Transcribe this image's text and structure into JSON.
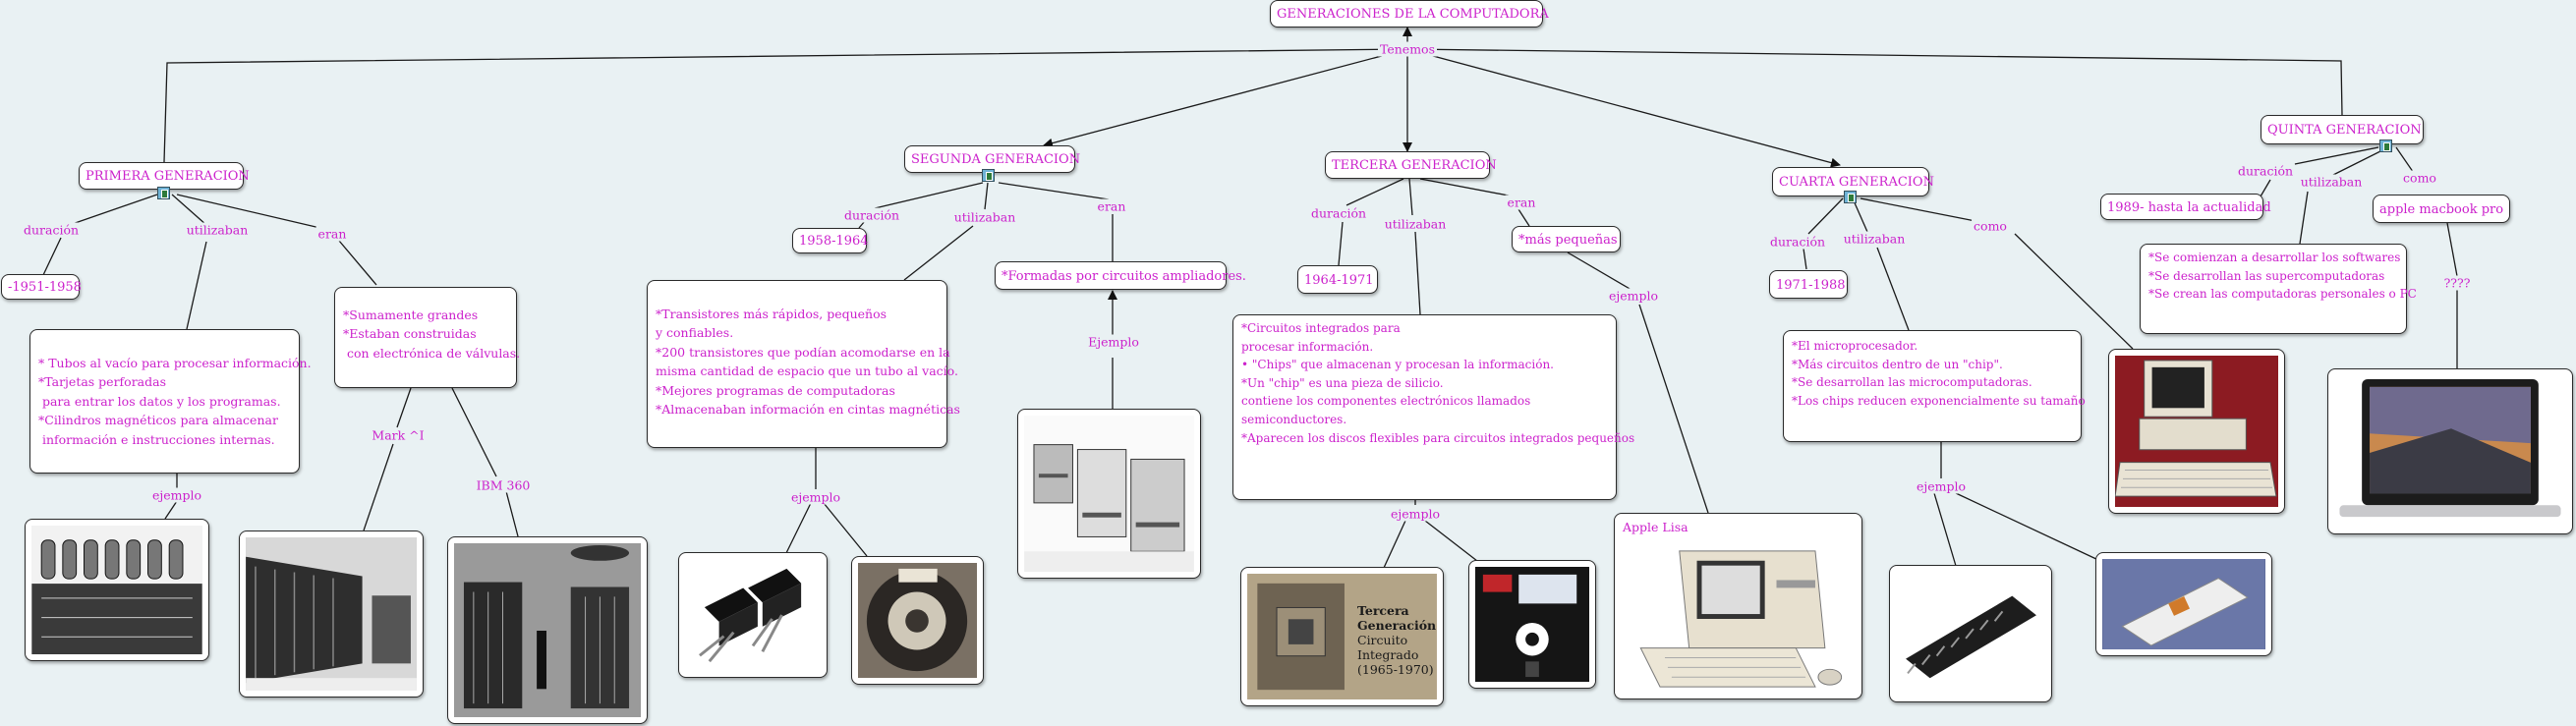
{
  "title": "GENERACIONES DE LA COMPUTADORA",
  "root_link": "Tenemos",
  "generations": {
    "g1": {
      "name": "PRIMERA GENERACION",
      "duration_link": "duración",
      "duration": "-1951-1958",
      "used_link": "utilizaban",
      "used_text": "* Tubos al vacío para procesar información.\n*Tarjetas perforadas\n para entrar los datos y los programas.\n*Cilindros magnéticos para almacenar\n información e instrucciones internas.",
      "were_link": "eran",
      "were_text": "*Sumamente grandes\n*Estaban construidas\n con electrónica de válvulas.",
      "example_link": "ejemplo",
      "mark_link": "Mark ^I",
      "ibm_link": "IBM 360"
    },
    "g2": {
      "name": "SEGUNDA GENERACION",
      "duration_link": "duración",
      "duration": "1958-1964",
      "used_link": "utilizaban",
      "used_text": "*Transistores más rápidos, pequeños\ny confiables.\n*200 transistores que podían acomodarse en la\nmisma cantidad de espacio que un tubo al vacío.\n*Mejores programas de computadoras\n*Almacenaban información en cintas magnéticas",
      "were_link": "eran",
      "were_text": "*Formadas por circuitos ampliadores.",
      "example_link": "ejemplo",
      "example2_link": "Ejemplo"
    },
    "g3": {
      "name": "TERCERA GENERACION",
      "duration_link": "duración",
      "duration": "1964-1971",
      "used_link": "utilizaban",
      "used_text": "*Circuitos integrados para\nprocesar información.\n• \"Chips\" que almacenan y procesan la información.\n*Un \"chip\" es una pieza de silicio.\ncontiene los componentes electrónicos llamados\nsemiconductores.\n*Aparecen los discos flexibles para circuitos integrados pequeños",
      "were_link": "eran",
      "were_text": "*más pequeñas",
      "example_link": "ejemplo",
      "example2_link": "ejemplo",
      "lisa_caption": "Apple Lisa",
      "photo_caption_lines": [
        "Tercera",
        "Generación:",
        "Circuito",
        "Integrado",
        "(1965-1970)"
      ]
    },
    "g4": {
      "name": "CUARTA GENERACION",
      "duration_link": "duración",
      "duration": "1971-1988",
      "used_link": "utilizaban",
      "used_text": "*El microprocesador.\n*Más circuitos dentro de un \"chip\".\n*Se desarrollan las microcomputadoras.\n*Los chips reducen exponencialmente su tamaño",
      "like_link": "como",
      "example_link": "ejemplo"
    },
    "g5": {
      "name": "QUINTA GENERACION",
      "duration_link": "duración",
      "duration": "1989- hasta la actualidad",
      "used_link": "utilizaban",
      "used_text": "*Se comienzan a desarrollar los softwares\n*Se desarrollan las supercomputadoras\n*Se crean las computadoras personales o PC",
      "like_link": "como",
      "like_value": "apple macbook pro",
      "unknown_link": "????"
    }
  },
  "colors": {
    "text": "#cc22cc",
    "line": "#1a1a1a",
    "background": "#e9f1f3",
    "icon": "#6fb3d6"
  }
}
